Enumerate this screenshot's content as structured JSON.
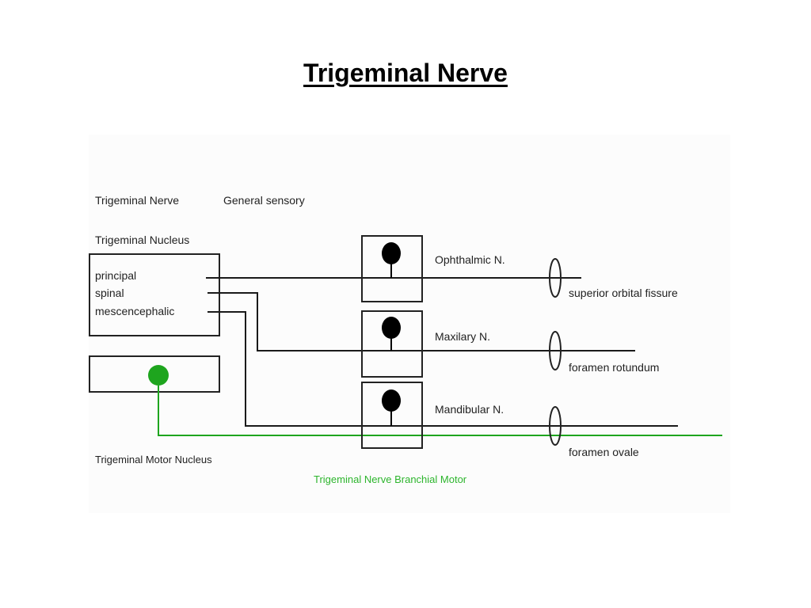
{
  "title": "Trigeminal Nerve",
  "diagram": {
    "header_nerve": "Trigeminal Nerve",
    "header_type": "General sensory",
    "nucleus_title": "Trigeminal Nucleus",
    "nucleus_parts": [
      "principal",
      "spinal",
      "mescencephalic"
    ],
    "motor_nucleus_label": "Trigeminal Motor Nucleus",
    "branchial_motor_label": "Trigeminal Nerve Branchial Motor",
    "branches": [
      {
        "name": "Ophthalmic N.",
        "foramen": "superior orbital fissure"
      },
      {
        "name": "Maxilary N.",
        "foramen": "foramen rotundum"
      },
      {
        "name": "Mandibular N.",
        "foramen": "foramen ovale"
      }
    ],
    "colors": {
      "line": "#1a1a1a",
      "motor": "#1ea51e",
      "motor_label": "#2db52d"
    }
  }
}
